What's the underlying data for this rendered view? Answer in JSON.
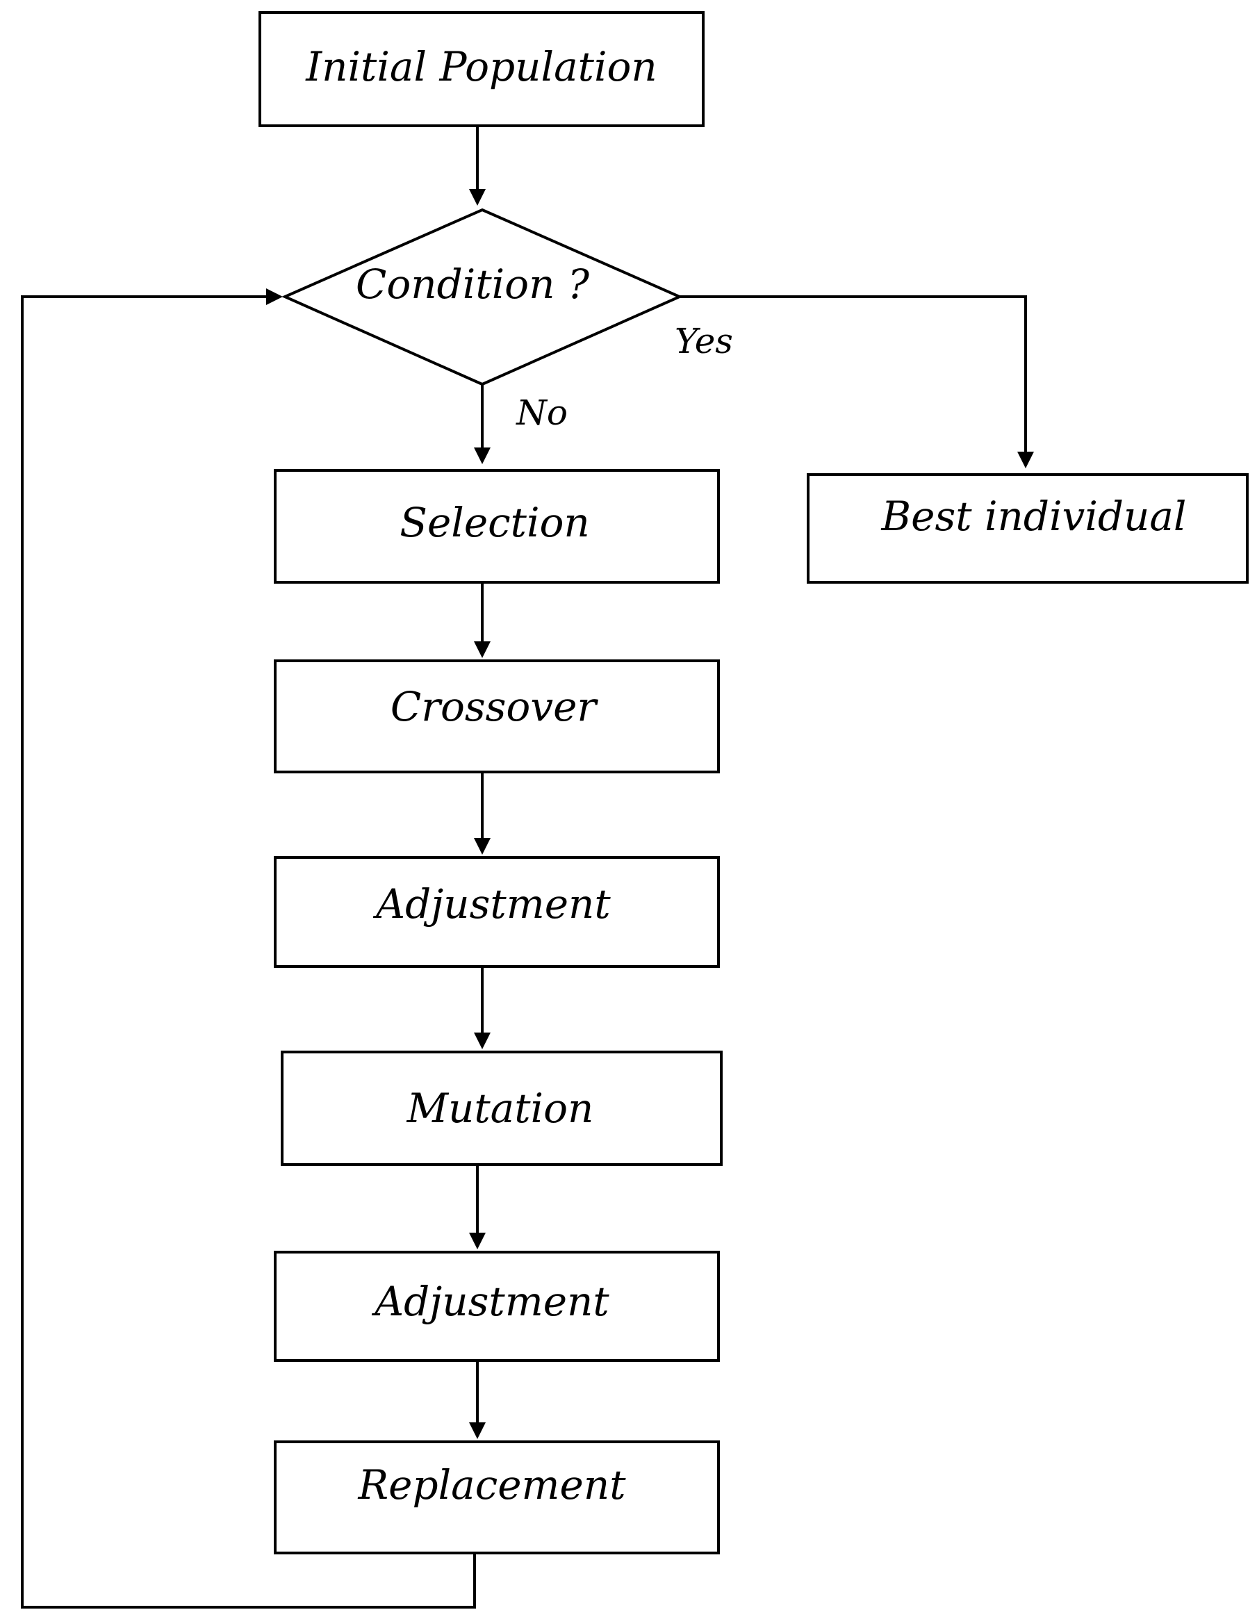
{
  "flowchart": {
    "nodes": {
      "initial_population": "Initial Population",
      "condition": "Condition ?",
      "selection": "Selection",
      "crossover": "Crossover",
      "adjustment_1": "Adjustment",
      "mutation": "Mutation",
      "adjustment_2": "Adjustment",
      "replacement": "Replacement",
      "best_individual": "Best individual"
    },
    "edge_labels": {
      "yes": "Yes",
      "no": "No"
    },
    "edges": [
      {
        "from": "initial_population",
        "to": "condition"
      },
      {
        "from": "condition",
        "to": "selection",
        "label": "no"
      },
      {
        "from": "condition",
        "to": "best_individual",
        "label": "yes"
      },
      {
        "from": "selection",
        "to": "crossover"
      },
      {
        "from": "crossover",
        "to": "adjustment_1"
      },
      {
        "from": "adjustment_1",
        "to": "mutation"
      },
      {
        "from": "mutation",
        "to": "adjustment_2"
      },
      {
        "from": "adjustment_2",
        "to": "replacement"
      },
      {
        "from": "replacement",
        "to": "condition"
      }
    ]
  }
}
